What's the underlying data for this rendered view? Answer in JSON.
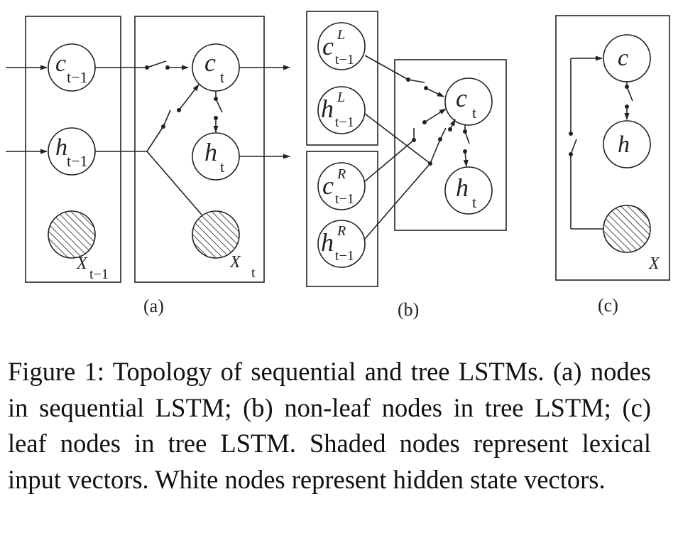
{
  "panels": {
    "a": {
      "label": "(a)",
      "prev": {
        "c_sym": "c",
        "c_sub": "t−1",
        "h_sym": "h",
        "h_sub": "t−1",
        "x_sym": "X",
        "x_sub": "t−1"
      },
      "cur": {
        "c_sym": "c",
        "c_sub": "t",
        "h_sym": "h",
        "h_sub": "t",
        "x_sym": "X",
        "x_sub": "t"
      }
    },
    "b": {
      "label": "(b)",
      "cL": {
        "sym": "c",
        "sup": "L",
        "sub": "t−1"
      },
      "hL": {
        "sym": "h",
        "sup": "L",
        "sub": "t−1"
      },
      "cR": {
        "sym": "c",
        "sup": "R",
        "sub": "t−1"
      },
      "hR": {
        "sym": "h",
        "sup": "R",
        "sub": "t−1"
      },
      "c": {
        "sym": "c",
        "sub": "t"
      },
      "h": {
        "sym": "h",
        "sub": "t"
      }
    },
    "c": {
      "label": "(c)",
      "c": "c",
      "h": "h",
      "x": "X"
    }
  },
  "caption": "Figure 1: Topology of sequential and tree LSTMs. (a) nodes in sequential LSTM; (b) non-leaf nodes in tree LSTM; (c) leaf nodes in tree LSTM. Shaded nodes represent lexical input vectors. White nodes represent hidden state vectors."
}
